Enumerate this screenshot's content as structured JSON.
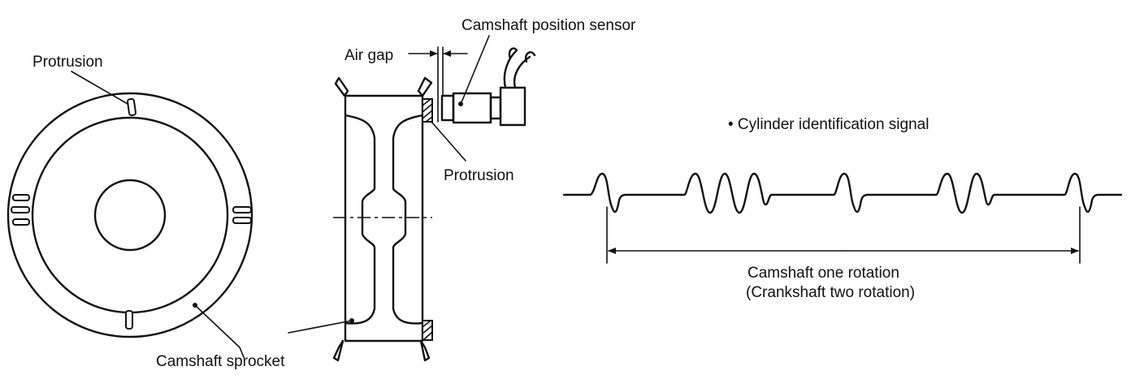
{
  "left_view": {
    "protrusion_label": "Protrusion",
    "sprocket_label": "Camshaft sprocket"
  },
  "side_view": {
    "air_gap_label": "Air gap",
    "sensor_label": "Camshaft position sensor",
    "protrusion_label": "Protrusion"
  },
  "signal": {
    "title": "• Cylinder identification signal",
    "rotation_label_1": "Camshaft one rotation",
    "rotation_label_2": "(Crankshaft two rotation)"
  },
  "colors": {
    "line": "#111111",
    "background": "#ffffff"
  }
}
